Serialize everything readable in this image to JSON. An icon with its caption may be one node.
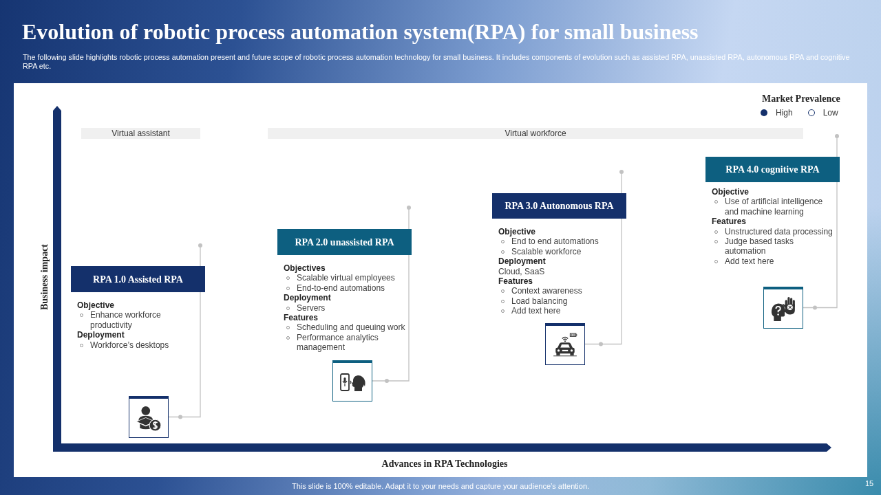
{
  "diagram": {
    "title": "Evolution of robotic process automation system(RPA) for small business",
    "nodes": [
      {
        "text": [
          "Virtual assistant"
        ]
      },
      {
        "text": [
          "Virtual workforce"
        ]
      },
      {
        "text": [
          "RPA 1.0 Assisted RPA"
        ],
        "beside": [
          "Objective",
          "Enhance workforce productivity",
          "Deployment",
          "Workforce’s desktops"
        ]
      },
      {
        "text": [],
        "shape": "picture"
      },
      {
        "text": [
          "RPA 2.0 unassisted RPA"
        ],
        "beside": [
          "Objectives",
          "Scalable virtual employees",
          "End-to-end automations",
          "Deployment",
          "Servers",
          "Features",
          "Scheduling and queuing work",
          "Performance analytics management"
        ]
      },
      {
        "text": [],
        "shape": "picture"
      },
      {
        "text": [
          "RPA 3.0 Autonomous RPA"
        ],
        "beside": [
          "Objective",
          "End to end automations",
          "Scalable workforce",
          "Deployment",
          "Cloud, SaaS",
          "Features",
          "Context awareness",
          "Load balancing",
          "Add text here"
        ]
      },
      {
        "text": [],
        "shape": "picture"
      },
      {
        "text": [
          "RPA 4.0 cognitive RPA"
        ],
        "beside": [
          "Objective",
          "Use of artificial intelligence and machine learning",
          "Features",
          "Unstructured data processing",
          "Judge based tasks automation",
          "Add text here"
        ]
      },
      {
        "text": [],
        "shape": "picture"
      }
    ],
    "edges": [
      {
        "from": 3,
        "to": 2,
        "arrow": "other"
      },
      {
        "from": 2,
        "to": null,
        "arrow": "other"
      },
      {
        "from": 5,
        "to": 4,
        "arrow": "other"
      },
      {
        "from": 4,
        "to": null,
        "arrow": "other"
      },
      {
        "from": 7,
        "to": 6,
        "arrow": "other"
      },
      {
        "from": 6,
        "to": null,
        "arrow": "other"
      },
      {
        "from": 9,
        "to": 8,
        "arrow": "other"
      },
      {
        "from": 8,
        "to": null,
        "arrow": "other"
      }
    ],
    "labels": [
      "The following slide highlights robotic process automation present and future scope of robotic process automation technology for small business. It includes components of evolution such as assisted RPA, unassisted RPA, autonomous RPA and cognitive RPA etc.",
      "Market Prevalence",
      "Business impact",
      "Advances in RPA Technologies",
      "This slide is 100% editable. Adapt it to your needs and capture your audience’s attention.",
      "15"
    ],
    "legend": [
      {
        "text": "High",
        "color": "#14306b"
      },
      {
        "text": "Low"
      }
    ]
  }
}
